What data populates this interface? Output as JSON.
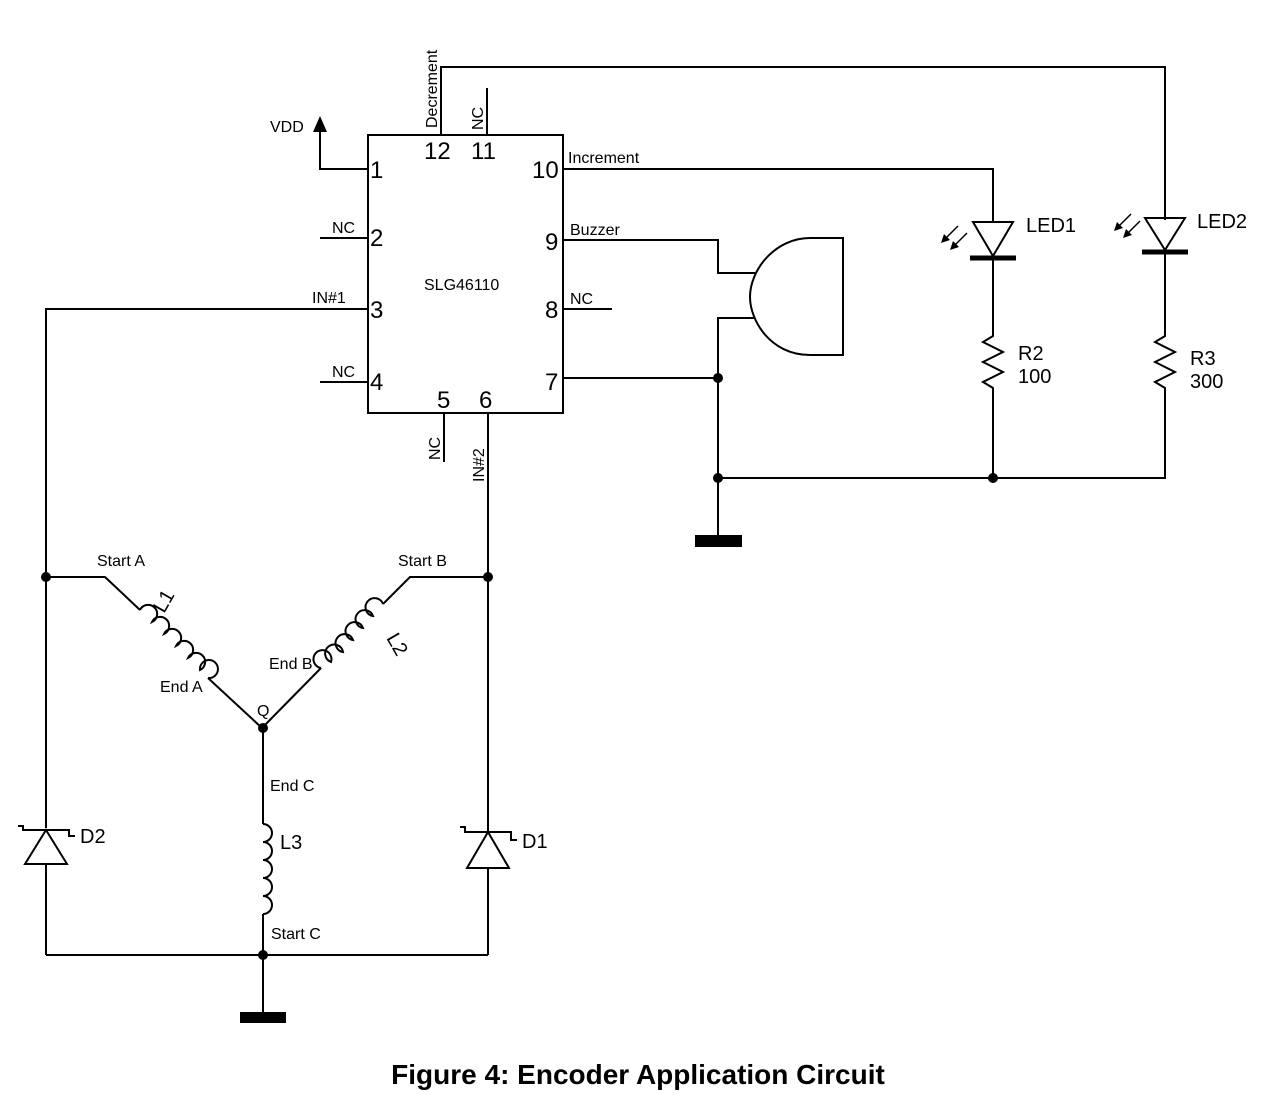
{
  "ic": {
    "name": "SLG46110",
    "pins": {
      "p1": "1",
      "p2": "2",
      "p3": "3",
      "p4": "4",
      "p5": "5",
      "p6": "6",
      "p7": "7",
      "p8": "8",
      "p9": "9",
      "p10": "10",
      "p11": "11",
      "p12": "12"
    }
  },
  "nets": {
    "vdd": "VDD",
    "nc": "NC",
    "in1": "IN#1",
    "in2": "IN#2",
    "decrement": "Decrement",
    "increment": "Increment",
    "buzzer": "Buzzer"
  },
  "components": {
    "led1": "LED1",
    "led2": "LED2",
    "r2_name": "R2",
    "r2_value": "100",
    "r3_name": "R3",
    "r3_value": "300",
    "l1": "L1",
    "l2": "L2",
    "l3": "L3",
    "d1": "D1",
    "d2": "D2"
  },
  "coil_labels": {
    "start_a": "Start A",
    "end_a": "End A",
    "start_b": "Start B",
    "end_b": "End B",
    "end_c": "End C",
    "start_c": "Start C",
    "q": "Q"
  },
  "caption": "Figure 4: Encoder Application Circuit"
}
